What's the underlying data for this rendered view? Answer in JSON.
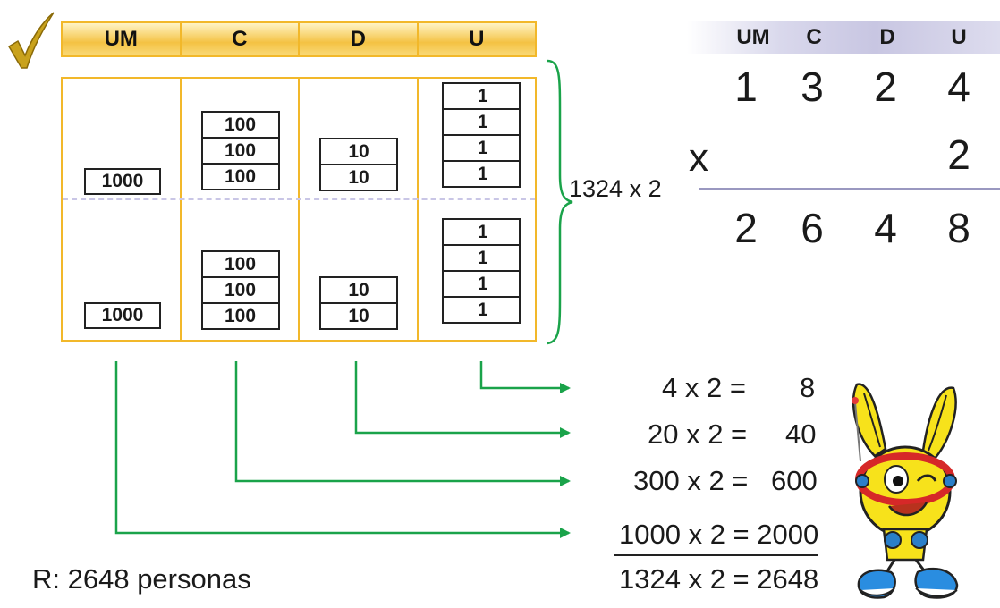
{
  "place_value_table": {
    "headers": [
      "UM",
      "C",
      "D",
      "U"
    ],
    "top_row": {
      "um": [
        "1000"
      ],
      "c": [
        "100",
        "100",
        "100"
      ],
      "d": [
        "10",
        "10"
      ],
      "u": [
        "1",
        "1",
        "1",
        "1"
      ]
    },
    "bottom_row": {
      "um": [
        "1000"
      ],
      "c": [
        "100",
        "100",
        "100"
      ],
      "d": [
        "10",
        "10"
      ],
      "u": [
        "1",
        "1",
        "1",
        "1"
      ]
    },
    "brace_label": "1324 x 2"
  },
  "vertical_multiplication": {
    "headers": [
      "UM",
      "C",
      "D",
      "U"
    ],
    "multiplicand": [
      "1",
      "3",
      "2",
      "4"
    ],
    "operator": "x",
    "multiplier": "2",
    "result": [
      "2",
      "6",
      "4",
      "8"
    ]
  },
  "partial_products": [
    {
      "expr": "4 x 2 =",
      "value": "8"
    },
    {
      "expr": "20 x 2 =",
      "value": "40"
    },
    {
      "expr": "300 x 2 =",
      "value": "600"
    },
    {
      "expr": "1000 x 2 = 2000",
      "value": ""
    }
  ],
  "total": "1324 x 2 = 2648",
  "answer": "R: 2648 personas",
  "colors": {
    "table_border": "#f2b82a",
    "header_fill": "#f4c243",
    "arrow_green": "#1aa34a",
    "right_header": "#c8c6e2",
    "mascot_yellow": "#f7e21b"
  },
  "icons": [
    "checkmark-icon",
    "mascot-illustration"
  ]
}
